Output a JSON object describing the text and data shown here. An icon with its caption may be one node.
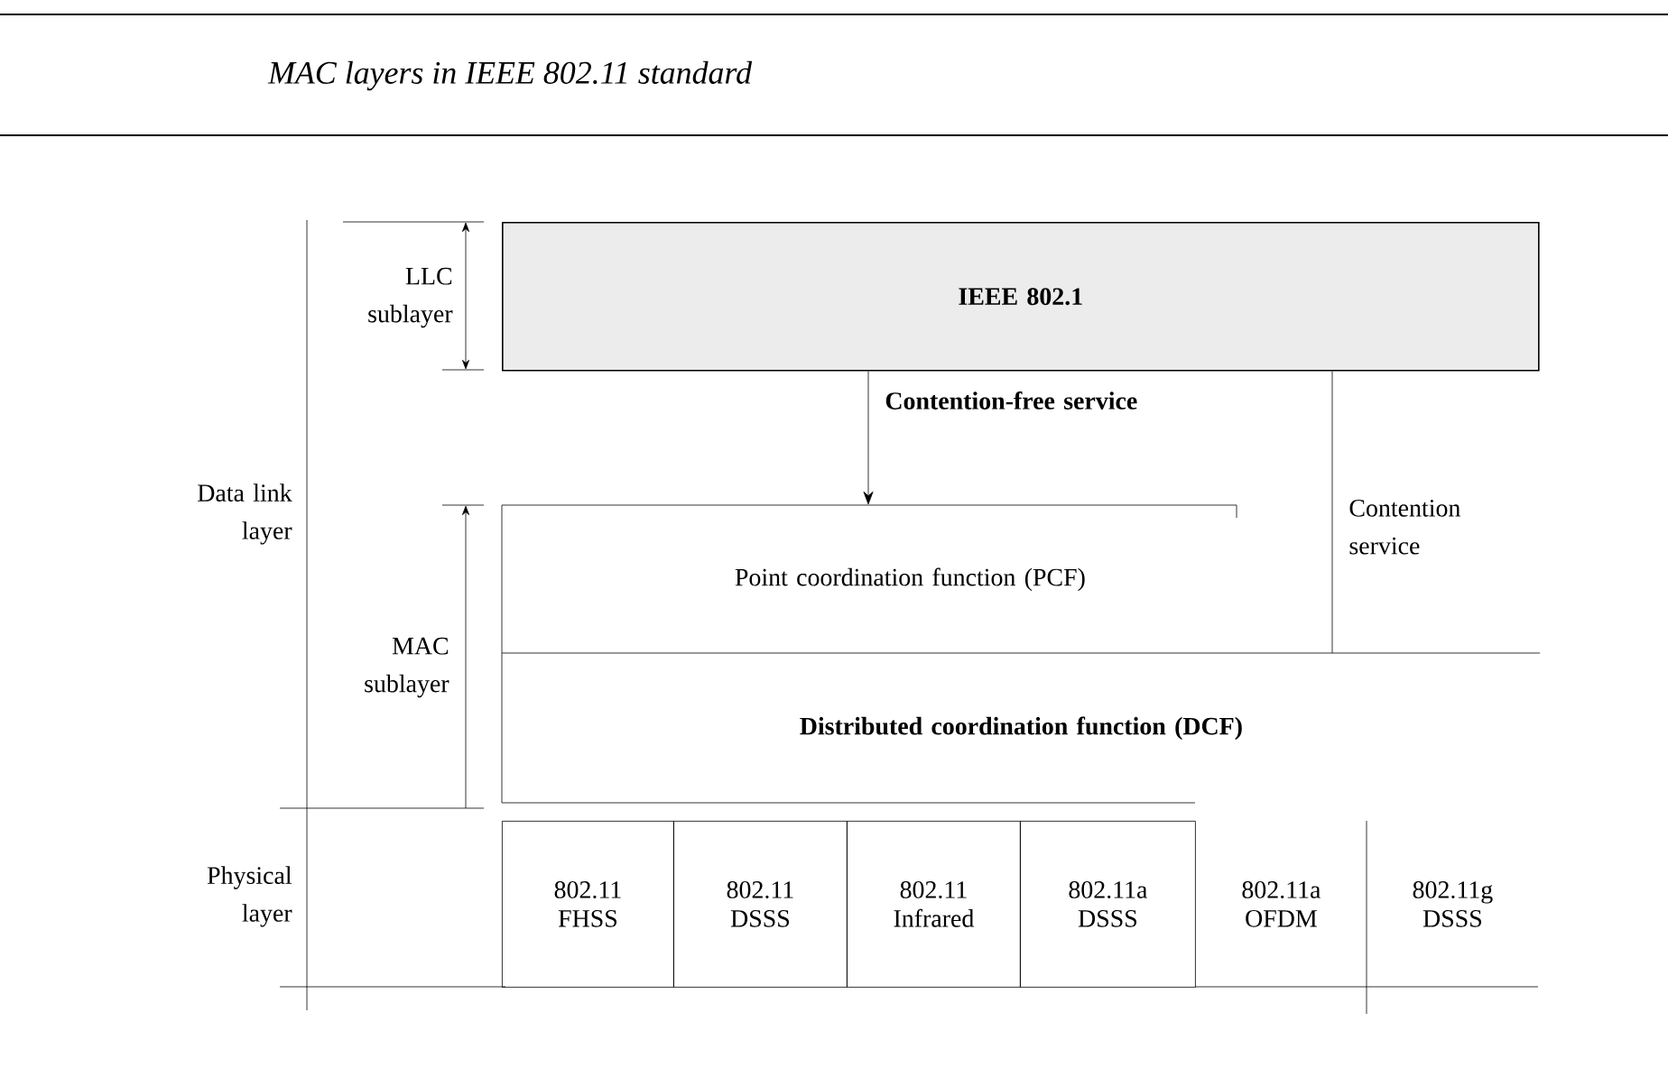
{
  "diagram": {
    "title": "MAC layers in IEEE 802.11 standard",
    "nodes": [
      {
        "text": [
          "IEEE 802.1"
        ]
      },
      {
        "text": [
          "Point coordination function (PCF)"
        ]
      },
      {
        "text": [
          "Distributed coordination function (DCF)"
        ]
      },
      {
        "text": [
          "802.11 FHSS"
        ]
      },
      {
        "text": [
          "802.11 DSSS"
        ]
      },
      {
        "text": [
          "802.11 Infrared"
        ]
      },
      {
        "text": [
          "802.11a DSSS"
        ]
      },
      {
        "text": [
          "802.11a OFDM"
        ]
      },
      {
        "text": [
          "802.11g DSSS"
        ]
      }
    ],
    "edges": [
      {
        "from": 0,
        "to": 1,
        "arrow": "to",
        "label": "Contention-free service"
      },
      {
        "from": 0,
        "to": 2,
        "arrow": "none",
        "label": "Contention service"
      }
    ],
    "labels": [
      "LLC sublayer",
      "Data link layer",
      "MAC sublayer",
      "Physical layer"
    ]
  }
}
